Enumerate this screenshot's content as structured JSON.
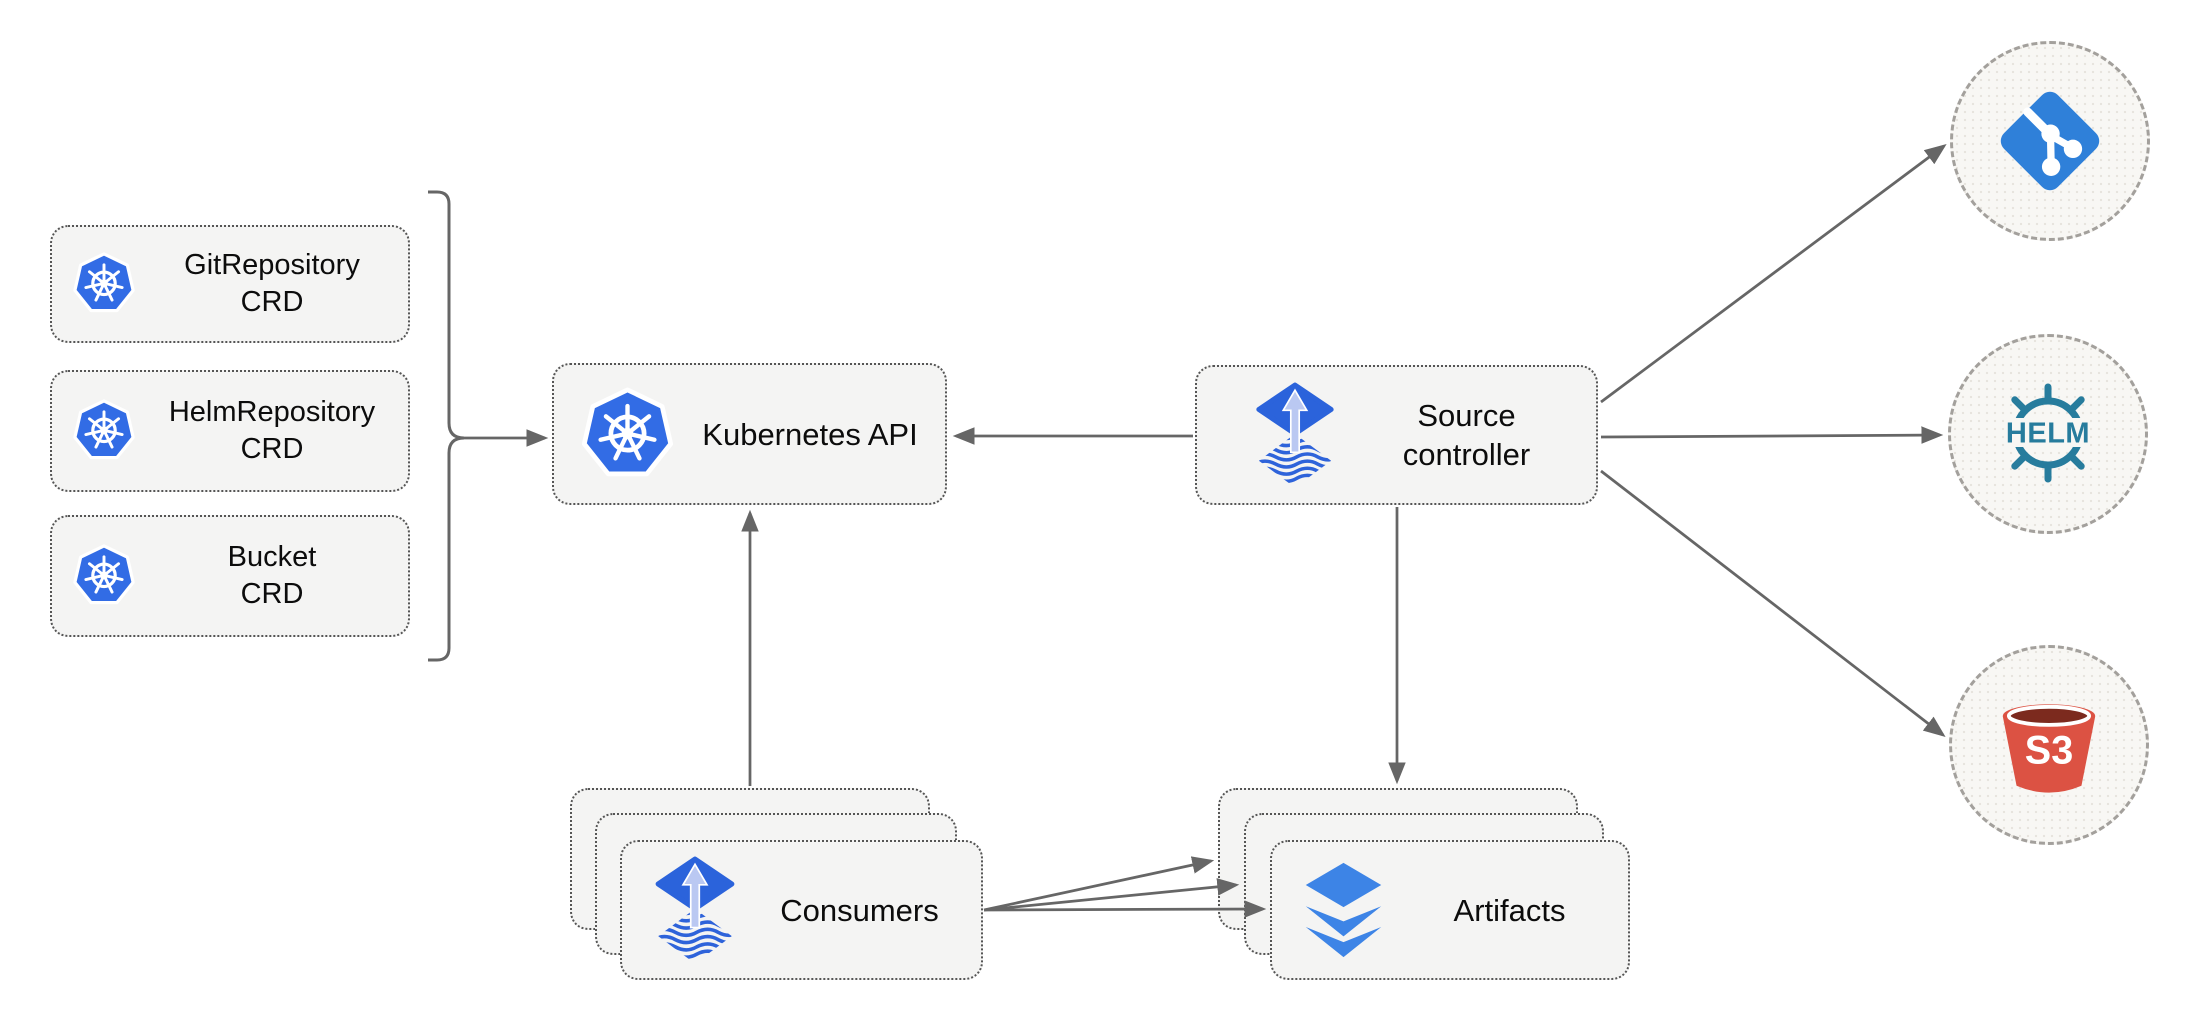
{
  "diagram": {
    "type": "architecture-diagram",
    "nodes": {
      "crds": [
        {
          "id": "gitrepository-crd",
          "line1": "GitRepository",
          "line2": "CRD",
          "icon": "kubernetes-icon"
        },
        {
          "id": "helmrepository-crd",
          "line1": "HelmRepository",
          "line2": "CRD",
          "icon": "kubernetes-icon"
        },
        {
          "id": "bucket-crd",
          "line1": "Bucket",
          "line2": "CRD",
          "icon": "kubernetes-icon"
        }
      ],
      "kubernetes_api": {
        "label": "Kubernetes API",
        "icon": "kubernetes-icon"
      },
      "source_controller": {
        "line1": "Source",
        "line2": "controller",
        "icon": "flux-icon"
      },
      "consumers": {
        "label": "Consumers",
        "icon": "flux-icon",
        "stack_count": 3
      },
      "artifacts": {
        "label": "Artifacts",
        "icon": "layers-icon",
        "stack_count": 3
      },
      "git": {
        "icon": "git-icon"
      },
      "helm": {
        "icon": "helm-icon",
        "label": "HELM"
      },
      "s3": {
        "icon": "s3-bucket-icon",
        "label": "S3"
      }
    },
    "edges": [
      {
        "from": "crd-group-bracket",
        "to": "kubernetes-api"
      },
      {
        "from": "source-controller",
        "to": "kubernetes-api"
      },
      {
        "from": "consumers",
        "to": "kubernetes-api"
      },
      {
        "from": "source-controller",
        "to": "artifacts"
      },
      {
        "from": "source-controller",
        "to": "git"
      },
      {
        "from": "source-controller",
        "to": "helm"
      },
      {
        "from": "source-controller",
        "to": "s3"
      },
      {
        "from": "consumers",
        "to": "artifacts"
      },
      {
        "from": "consumers",
        "to": "artifacts"
      },
      {
        "from": "consumers",
        "to": "artifacts"
      }
    ],
    "colors": {
      "kubernetes_blue": "#326CE5",
      "flux_blue": "#2B63DB",
      "flux_arrow_light": "#BAC8F2",
      "git_blue": "#2F80D9",
      "helm_teal": "#277C9D",
      "s3_red": "#DC5243",
      "s3_dark_red": "#7C2A1E",
      "layers_blue": "#3D84E6",
      "arrow_gray": "#666666",
      "box_fill": "#F4F4F3",
      "box_border": "#555555",
      "circle_border": "#A3A09C"
    }
  }
}
